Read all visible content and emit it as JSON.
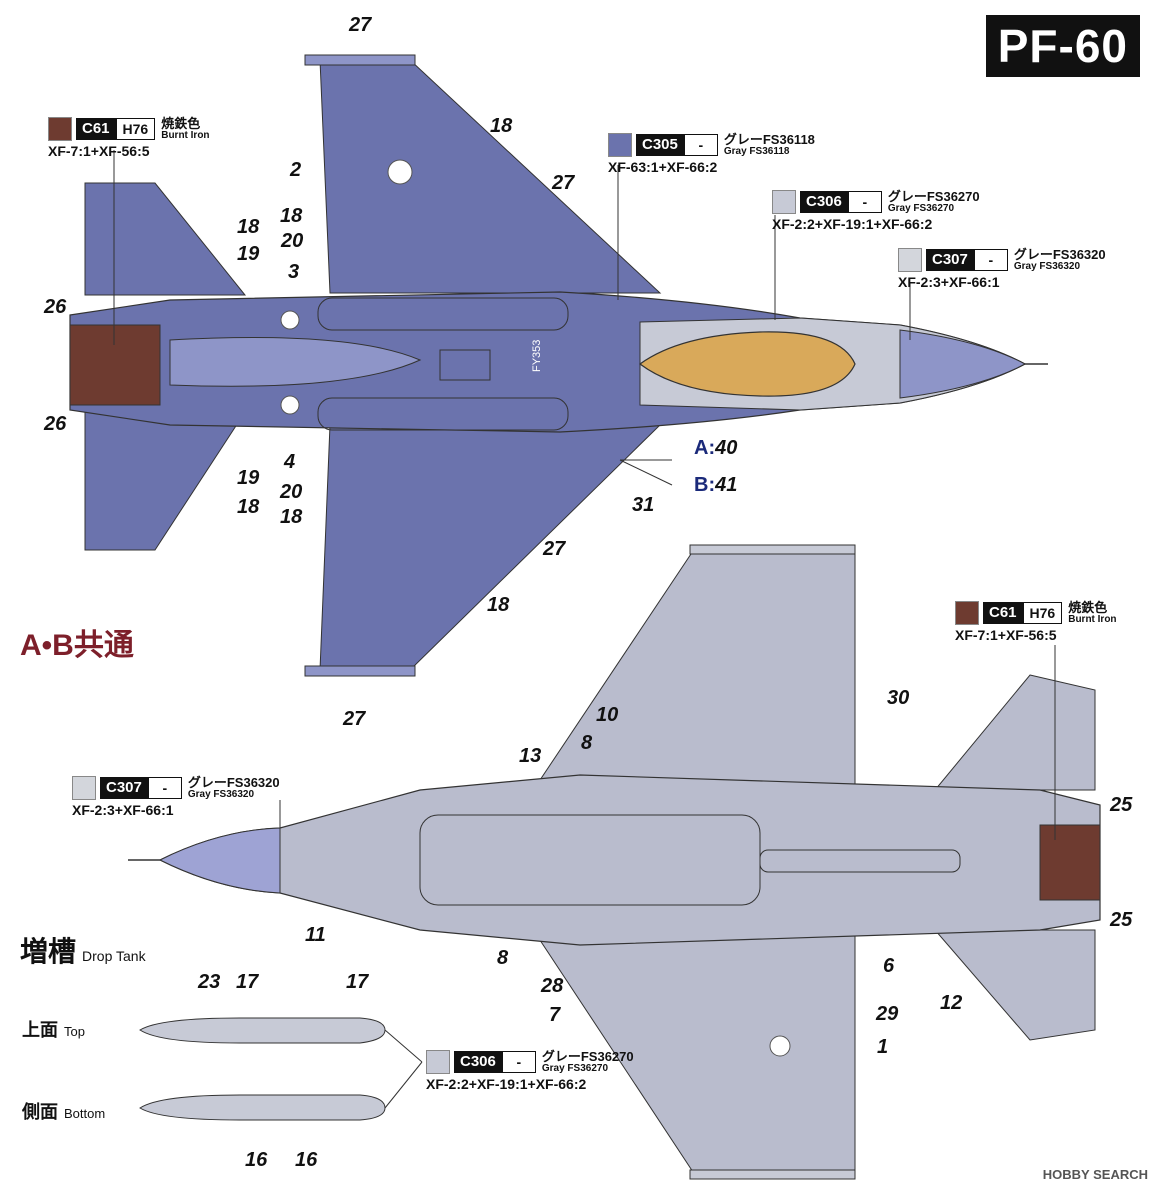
{
  "sheet_code": "PF-60",
  "common_label": "A•B共通",
  "variants": [
    {
      "letter": "A",
      "sep": ":",
      "number": "40"
    },
    {
      "letter": "B",
      "sep": ":",
      "number": "41"
    }
  ],
  "paints": {
    "c61_top": {
      "swatch": "#6e3b30",
      "code": "C61",
      "h": "H76",
      "name": "焼鉄色",
      "name_en": "Burnt Iron",
      "mix": "XF-7:1+XF-56:5"
    },
    "c305_top": {
      "swatch": "#6b73ad",
      "code": "C305",
      "h": "-",
      "name": "グレーFS36118",
      "name_en": "Gray FS36118",
      "mix": "XF-63:1+XF-66:2"
    },
    "c306_top": {
      "swatch": "#c7cad6",
      "code": "C306",
      "h": "-",
      "name": "グレーFS36270",
      "name_en": "Gray FS36270",
      "mix": "XF-2:2+XF-19:1+XF-66:2"
    },
    "c307_top": {
      "swatch": "#d3d6dc",
      "code": "C307",
      "h": "-",
      "name": "グレーFS36320",
      "name_en": "Gray FS36320",
      "mix": "XF-2:3+XF-66:1"
    },
    "c61_bottom": {
      "swatch": "#6e3b30",
      "code": "C61",
      "h": "H76",
      "name": "焼鉄色",
      "name_en": "Burnt Iron",
      "mix": "XF-7:1+XF-56:5"
    },
    "c307_bottom": {
      "swatch": "#d3d6dc",
      "code": "C307",
      "h": "-",
      "name": "グレーFS36320",
      "name_en": "Gray FS36320",
      "mix": "XF-2:3+XF-66:1"
    },
    "c306_tank": {
      "swatch": "#c7cad6",
      "code": "C306",
      "h": "-",
      "name": "グレーFS36270",
      "name_en": "Gray FS36270",
      "mix": "XF-2:2+XF-19:1+XF-66:2"
    }
  },
  "drop_tank": {
    "title": "増槽",
    "title_en": "Drop Tank",
    "top": "上面",
    "top_en": "Top",
    "bottom": "側面",
    "bottom_en": "Bottom"
  },
  "callouts": [
    "27",
    "18",
    "2",
    "27",
    "18",
    "20",
    "18",
    "19",
    "3",
    "26",
    "26",
    "4",
    "19",
    "18",
    "20",
    "18",
    "27",
    "31",
    "18",
    "27",
    "10",
    "30",
    "8",
    "13",
    "25",
    "11",
    "8",
    "6",
    "28",
    "25",
    "7",
    "29",
    "12",
    "1",
    "23",
    "17",
    "17",
    "16",
    "16"
  ],
  "serial": "FY353",
  "watermark": "HOBBY SEARCH",
  "colors": {
    "top_gray": "#6b73ad",
    "bottom_gray": "#b9bccd",
    "canopy": "#d9a95a",
    "burnt": "#6e3b30",
    "radome_top": "#8e95c8",
    "radome_bottom": "#9ea3d4",
    "tank": "#c7cad6"
  }
}
